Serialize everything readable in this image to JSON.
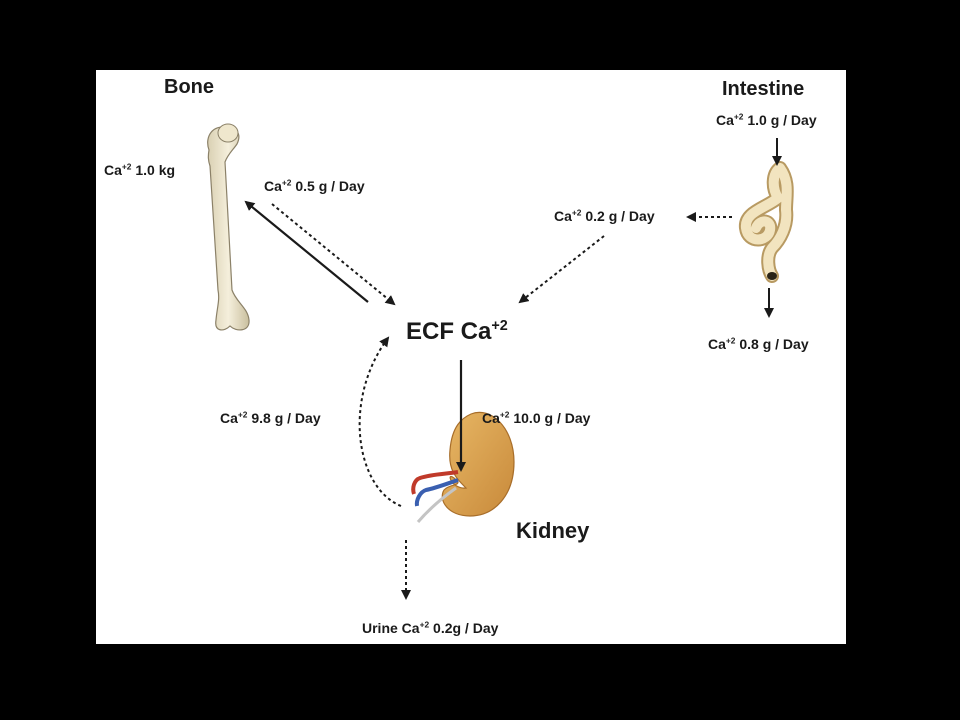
{
  "bone": {
    "title": "Bone",
    "store": {
      "ion": "Ca",
      "charge": "+2",
      "amount": "1.0 kg"
    },
    "flux": {
      "ion": "Ca",
      "charge": "+2",
      "amount": "0.5 g / Day"
    }
  },
  "intestine": {
    "title": "Intestine",
    "intake": {
      "ion": "Ca",
      "charge": "+2",
      "amount": "1.0 g / Day"
    },
    "absorbed": {
      "ion": "Ca",
      "charge": "+2",
      "amount": "0.2 g / Day"
    },
    "excreted": {
      "ion": "Ca",
      "charge": "+2",
      "amount": "0.8 g / Day"
    }
  },
  "ecf": {
    "label": "ECF Ca",
    "charge": "+2"
  },
  "kidney": {
    "title": "Kidney",
    "filtered": {
      "ion": "Ca",
      "charge": "+2",
      "amount": "10.0 g / Day"
    },
    "reabsorbed": {
      "ion": "Ca",
      "charge": "+2",
      "amount": "9.8 g / Day"
    },
    "urine": {
      "prefix": "Urine Ca",
      "charge": "+2",
      "amount": "0.2g / Day"
    }
  },
  "colors": {
    "background": "#000000",
    "panel": "#ffffff",
    "text": "#1a1a1a",
    "bone": "#eee6cc",
    "kidney": "#d9a24e"
  }
}
